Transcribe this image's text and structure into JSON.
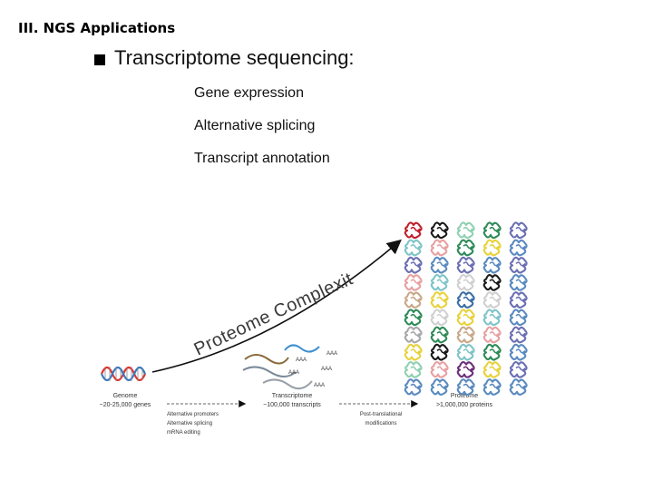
{
  "header": {
    "section_title": "III. NGS Applications"
  },
  "bullet": {
    "heading": "Transcriptome sequencing:",
    "items": [
      "Gene expression",
      "Alternative splicing",
      "Transcript annotation"
    ]
  },
  "diagram": {
    "curve_label": "Proteome Complexity",
    "genome": {
      "title": "Genome",
      "count": "~20-25,000 genes"
    },
    "transcriptome": {
      "title": "Transcriptome",
      "count": "~100,000 transcripts",
      "polyA": "AAA"
    },
    "proteome": {
      "title": "Proteome",
      "count": ">1,000,000 proteins"
    },
    "step1": [
      "Alternative promoters",
      "Alternative splicing",
      "mRNA editing"
    ],
    "step2": [
      "Post-translational",
      "modifications"
    ],
    "protein_grid": {
      "rows": 10,
      "cols": 5
    },
    "colors": {
      "dna_red": "#e0322e",
      "dna_blue": "#3778c2",
      "transcript_1": "#3d8fd0",
      "transcript_2": "#8a6a3a",
      "transcript_3": "#7a8a9a",
      "transcript_4": "#9aa0a8",
      "protein_palette": [
        "#c0202a",
        "#2e8b57",
        "#3a6ea5",
        "#7ec4c8",
        "#a8a8a8",
        "#1a1a1a",
        "#6b6fb3",
        "#e8d23a",
        "#6b2d7a",
        "#e8a0a0",
        "#8fd0b0",
        "#d0d0d0",
        "#c8a888",
        "#5a8ac0"
      ]
    }
  }
}
